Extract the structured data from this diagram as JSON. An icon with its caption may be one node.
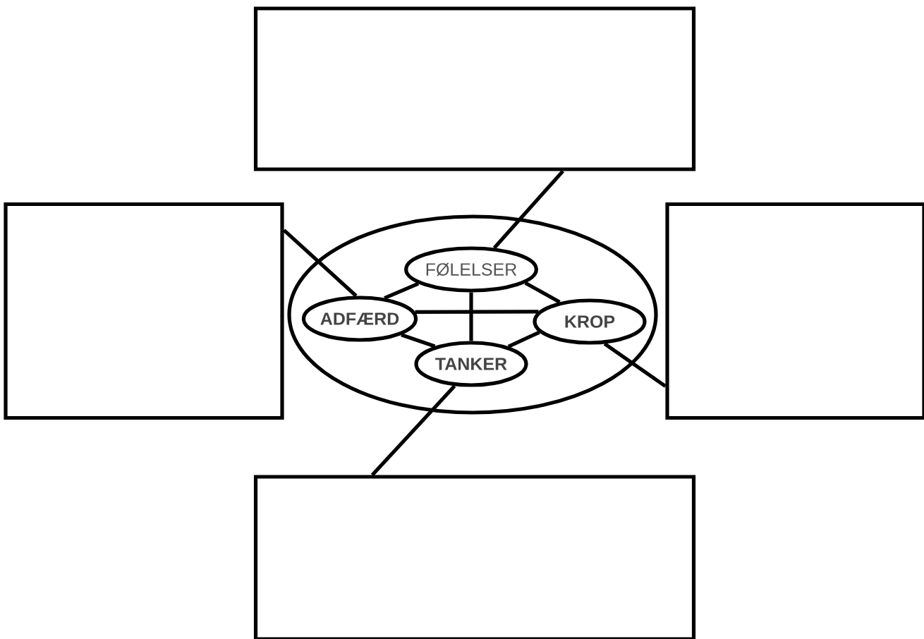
{
  "diagram": {
    "nodes": [
      {
        "text": [],
        "shape": "box"
      },
      {
        "text": [],
        "shape": "box"
      },
      {
        "text": [],
        "shape": "box"
      },
      {
        "text": [],
        "shape": "box"
      },
      {
        "text": [],
        "shape": "circle"
      },
      {
        "text": [
          "FØLELSER"
        ],
        "in": 4
      },
      {
        "text": [
          "ADFÆRD"
        ],
        "in": 4
      },
      {
        "text": [
          "KROP"
        ],
        "in": 4
      },
      {
        "text": [
          "TANKER"
        ],
        "in": 4
      }
    ],
    "edges": [
      {
        "from": 0,
        "to": 5,
        "arrow": "none"
      },
      {
        "from": 1,
        "to": 6,
        "arrow": "none"
      },
      {
        "from": 7,
        "to": 2,
        "arrow": "none"
      },
      {
        "from": 8,
        "to": 3,
        "arrow": "none"
      },
      {
        "from": 5,
        "to": 6,
        "arrow": "none"
      },
      {
        "from": 5,
        "to": 7,
        "arrow": "none"
      },
      {
        "from": 5,
        "to": 8,
        "arrow": "none"
      },
      {
        "from": 6,
        "to": 7,
        "arrow": "none"
      },
      {
        "from": 6,
        "to": 8,
        "arrow": "none"
      },
      {
        "from": 7,
        "to": 8,
        "arrow": "none"
      }
    ]
  }
}
